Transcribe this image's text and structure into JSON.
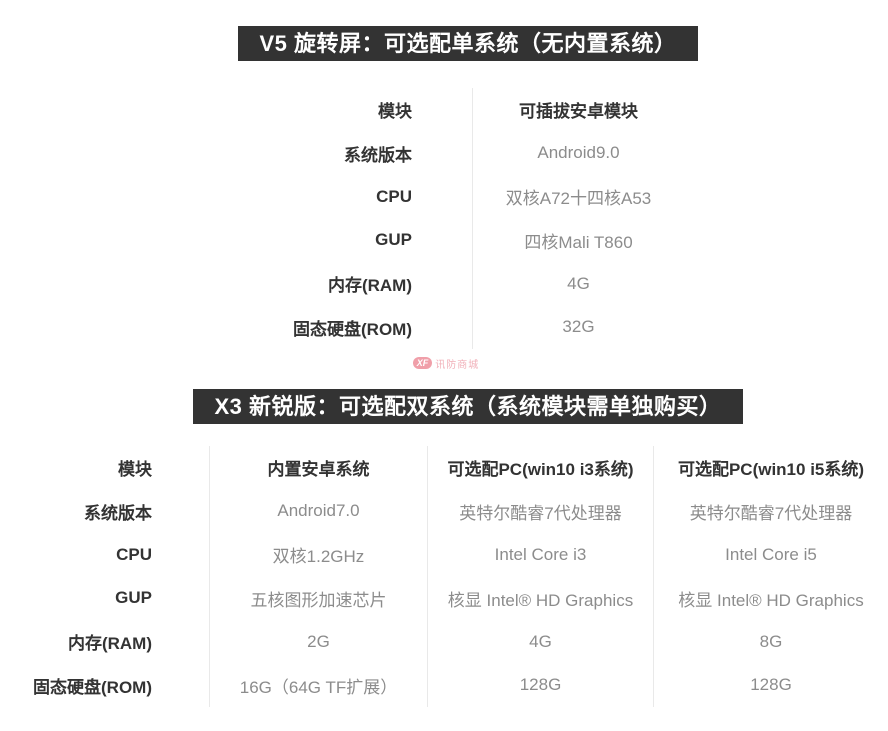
{
  "watermark": {
    "badge": "XF",
    "text": "讯防商城"
  },
  "section1": {
    "title": "V5 旋转屏：可选配单系统（无内置系统）",
    "table": {
      "rows": [
        {
          "label": "模块",
          "value": "可插拔安卓模块"
        },
        {
          "label": "系统版本",
          "value": "Android9.0"
        },
        {
          "label": "CPU",
          "value": "双核A72十四核A53"
        },
        {
          "label": "GUP",
          "value": "四核Mali T860"
        },
        {
          "label": "内存(RAM)",
          "value": "4G"
        },
        {
          "label": "固态硬盘(ROM)",
          "value": "32G"
        }
      ]
    }
  },
  "section2": {
    "title": "X3 新锐版：可选配双系统（系统模块需单独购买）",
    "table": {
      "rows": [
        {
          "label": "模块",
          "col1": "内置安卓系统",
          "col2": "可选配PC(win10 i3系统)",
          "col3": "可选配PC(win10 i5系统)"
        },
        {
          "label": "系统版本",
          "col1": "Android7.0",
          "col2": "英特尔酷睿7代处理器",
          "col3": "英特尔酷睿7代处理器"
        },
        {
          "label": "CPU",
          "col1": "双核1.2GHz",
          "col2": "Intel Core i3",
          "col3": "Intel Core i5"
        },
        {
          "label": "GUP",
          "col1": "五核图形加速芯片",
          "col2": "核显 Intel® HD Graphics",
          "col3": "核显 Intel® HD Graphics"
        },
        {
          "label": "内存(RAM)",
          "col1": "2G",
          "col2": "4G",
          "col3": "8G"
        },
        {
          "label": "固态硬盘(ROM)",
          "col1": "16G（64G TF扩展）",
          "col2": "128G",
          "col3": "128G"
        }
      ]
    }
  },
  "colors": {
    "header_bar_bg": "#333333",
    "header_bar_text": "#ffffff",
    "label_text": "#333333",
    "value_text": "#8c8c8c",
    "divider": "#e9e9e9",
    "watermark_pink": "#ee8f9b"
  }
}
